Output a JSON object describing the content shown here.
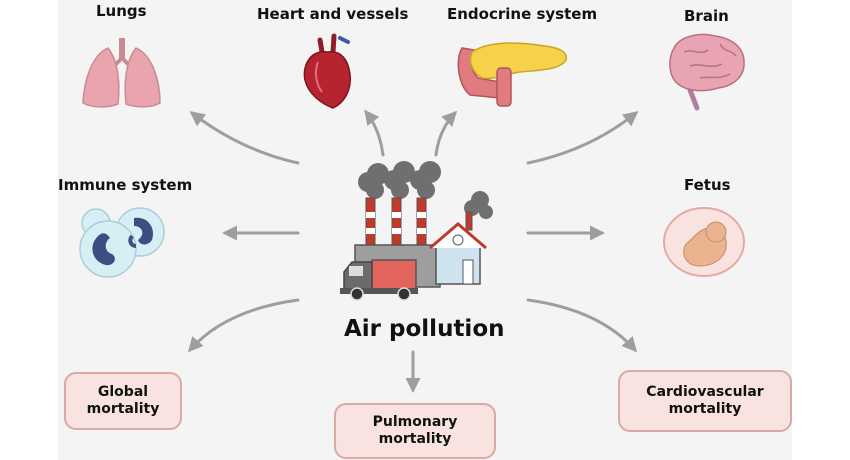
{
  "center": {
    "label": "Air pollution"
  },
  "organs": {
    "lungs": "Lungs",
    "heart": "Heart and vessels",
    "endocrine": "Endocrine system",
    "brain": "Brain",
    "immune": "Immune system",
    "fetus": "Fetus"
  },
  "outcomes": {
    "global": "Global\nmortality",
    "pulmonary": "Pulmonary\nmortality",
    "cardiovascular": "Cardiovascular\nmortality"
  },
  "colors": {
    "arrow": "#9e9e9e",
    "box_fill": "#f8e3e1",
    "box_border": "#d9a9a4",
    "panel": "#f4f4f5"
  }
}
